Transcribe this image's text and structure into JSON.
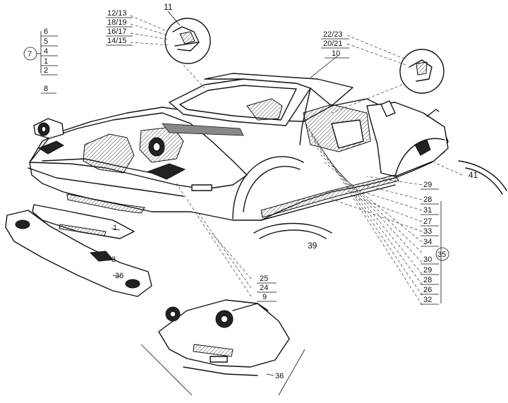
{
  "callouts": {
    "c11": "11",
    "c12_13": "12/13",
    "c18_19": "18/19",
    "c16_17": "16/17",
    "c14_15": "14/15",
    "c6": "6",
    "c5": "5",
    "c7": "7",
    "c4": "4",
    "c1a": "1",
    "c2": "2",
    "c8": "8",
    "c22_23": "22/23",
    "c20_21": "20/21",
    "c10": "10",
    "c41": "41",
    "c29a": "29",
    "c28a": "28",
    "c31": "31",
    "c27": "27",
    "c33": "33",
    "c34": "34",
    "c35": "35",
    "c30": "30",
    "c29b": "29",
    "c28b": "28",
    "c26": "26",
    "c32": "32",
    "c39": "39",
    "c1b": "1",
    "c3": "3",
    "c36a": "36",
    "c25": "25",
    "c24": "24",
    "c9": "9",
    "c36b": "36"
  }
}
